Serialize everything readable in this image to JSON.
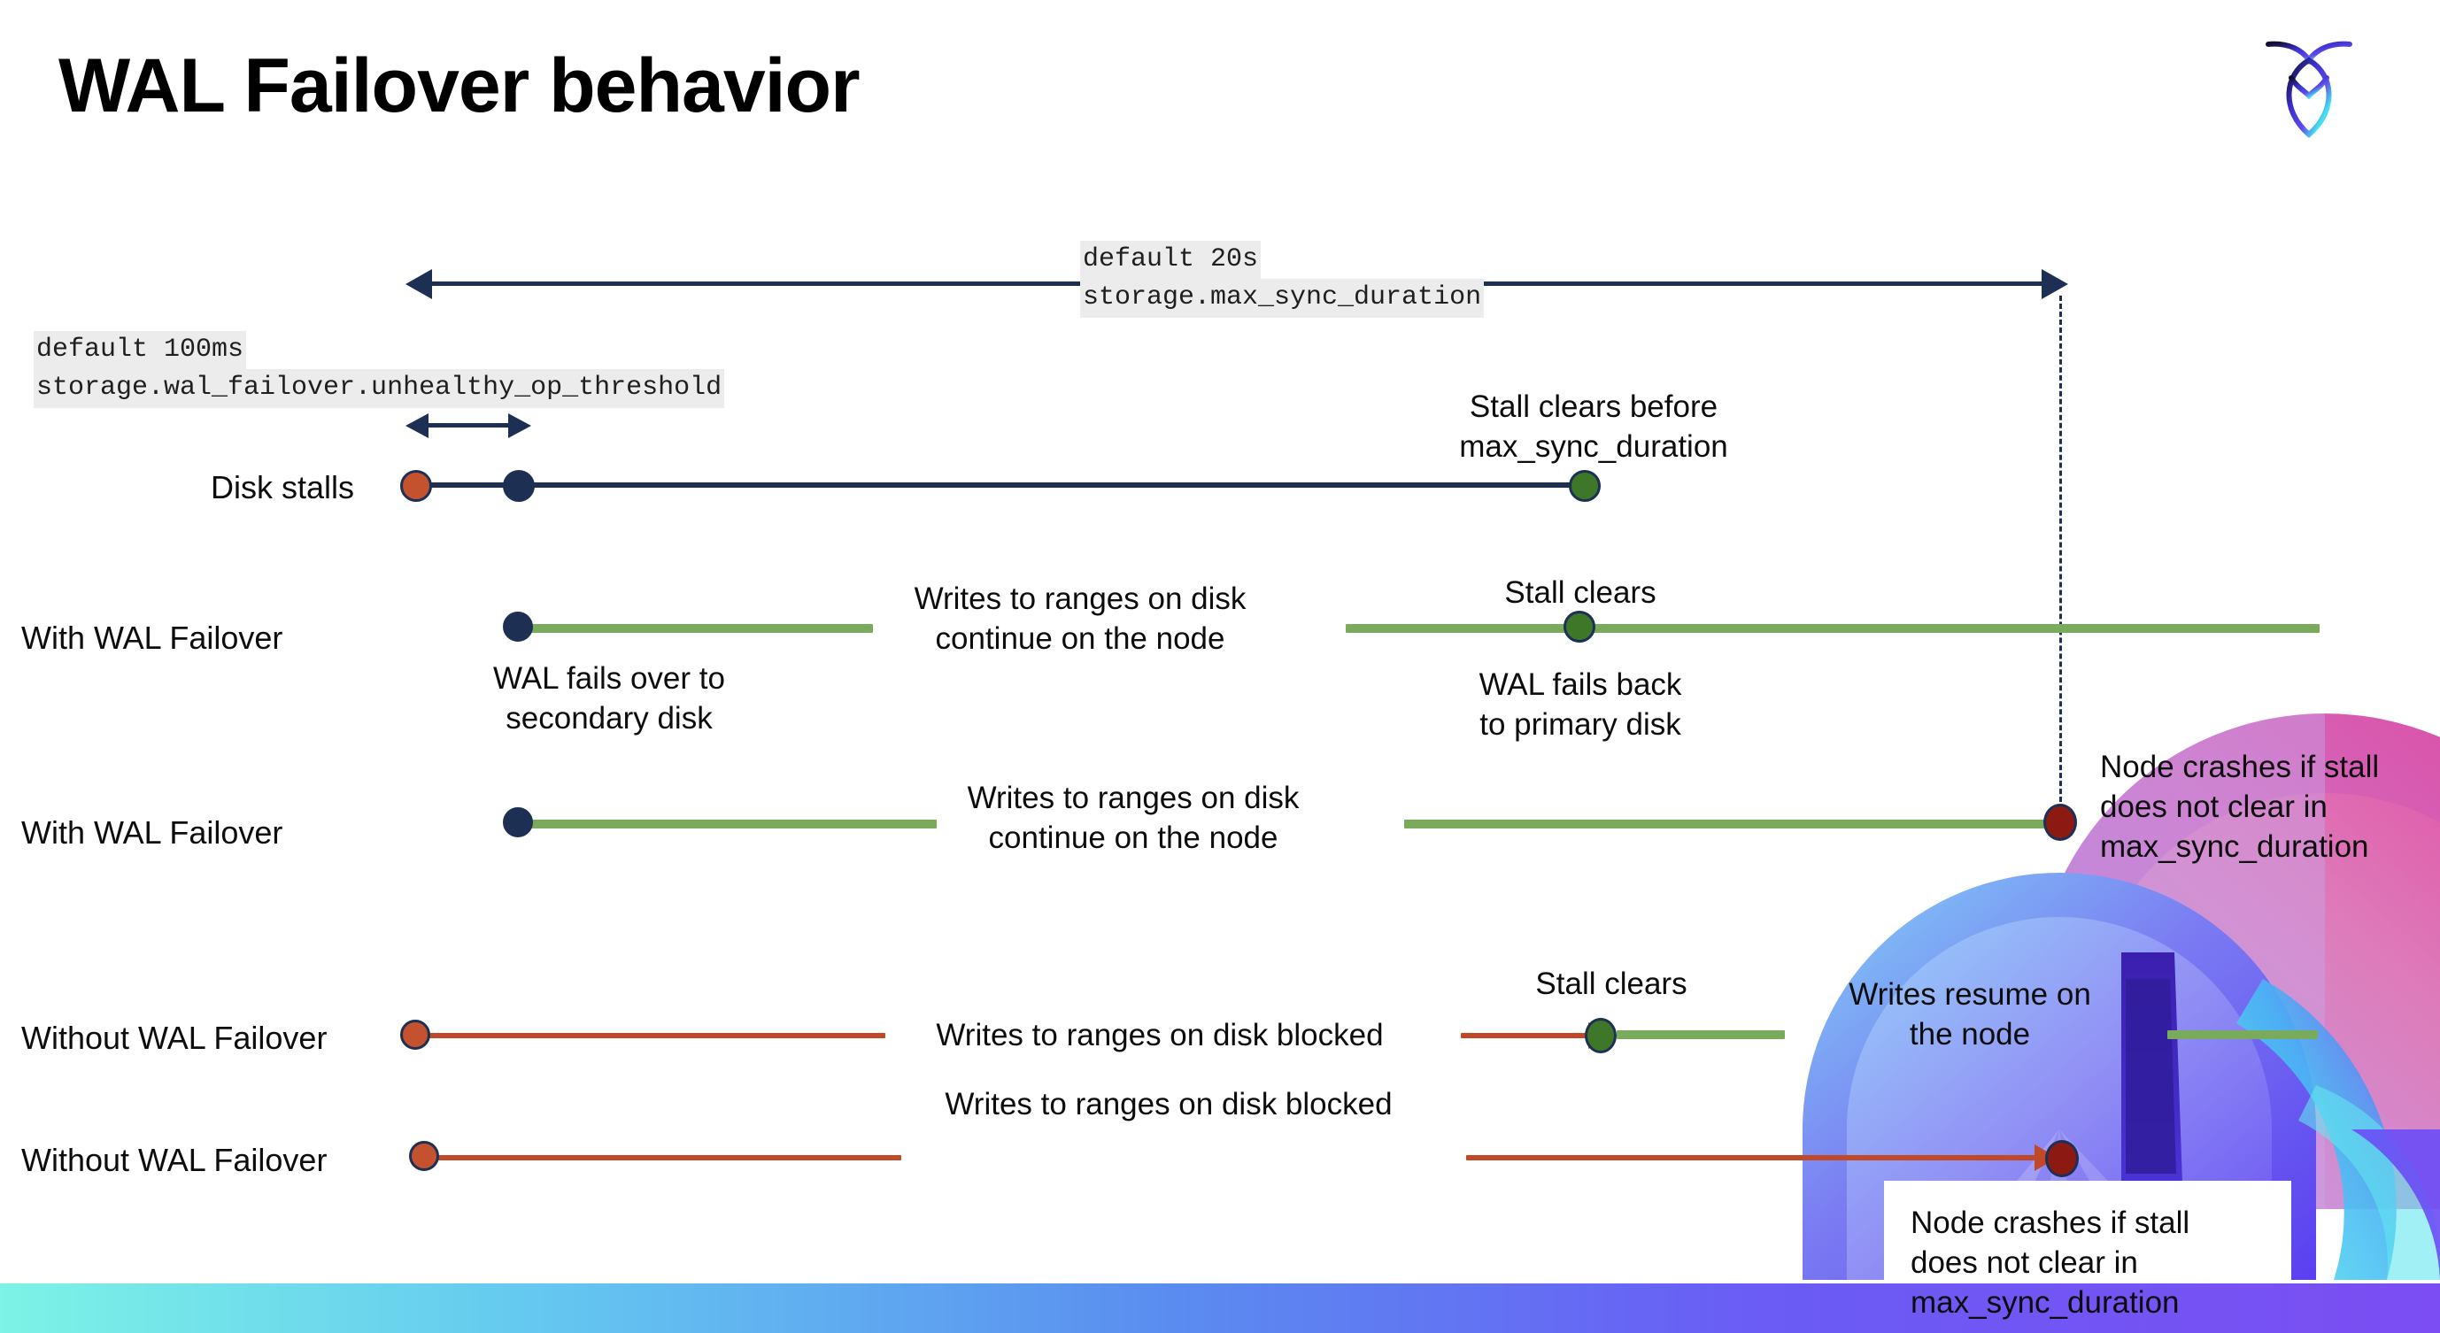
{
  "slide": {
    "title": "WAL Failover behavior",
    "logo_name": "cockroachdb-logo"
  },
  "annotations": {
    "max_sync_duration": {
      "default": "default 20s",
      "setting": "storage.max_sync_duration"
    },
    "unhealthy_op_threshold": {
      "default": "default 100ms",
      "setting": "storage.wal_failover.unhealthy_op_threshold"
    }
  },
  "rows": [
    {
      "label": "Disk stalls",
      "notes": [
        "Stall clears before",
        "max_sync_duration"
      ]
    },
    {
      "label": "With WAL Failover",
      "notes": [
        "Writes to ranges on disk",
        "continue on the node",
        "Stall clears",
        "WAL fails over to",
        "secondary disk",
        "WAL fails  back",
        "to primary disk"
      ]
    },
    {
      "label": "With WAL Failover",
      "notes": [
        "Writes to ranges on disk",
        "continue on the node",
        "Node crashes if stall",
        "does not clear in",
        "max_sync_duration"
      ]
    },
    {
      "label": "Without WAL Failover",
      "notes": [
        "Writes to ranges on disk  blocked",
        "Stall clears",
        "Writes resume on",
        "the node"
      ]
    },
    {
      "label": "Without WAL Failover",
      "notes": [
        "Writes to ranges on disk  blocked",
        "Node crashes if stall",
        "does not clear in",
        "max_sync_duration"
      ]
    }
  ],
  "text": {
    "disk_stalls_label": "Disk stalls",
    "with_wal_failover_1": "With WAL Failover",
    "with_wal_failover_2": "With WAL Failover",
    "without_wal_failover_1": "Without WAL Failover",
    "without_wal_failover_2": "Without WAL Failover",
    "stall_clears_before": "Stall clears before",
    "max_sync_duration_word": "max_sync_duration",
    "writes_continue_l1": "Writes to ranges on disk",
    "writes_continue_l2": "continue on the node",
    "stall_clears": "Stall clears",
    "wal_fails_over_l1": "WAL fails over to",
    "wal_fails_over_l2": "secondary disk",
    "wal_fails_back_l1": "WAL fails  back",
    "wal_fails_back_l2": "to primary disk",
    "writes_continue2_l1": "Writes to ranges on disk",
    "writes_continue2_l2": "continue on the node",
    "node_crashes_l1": "Node crashes if stall",
    "node_crashes_l2": "does not clear in",
    "node_crashes_l3": "max_sync_duration",
    "writes_blocked_1": "Writes to ranges on disk  blocked",
    "stall_clears_2": "Stall clears",
    "writes_resume_l1": "Writes resume on",
    "writes_resume_l2": "the node",
    "writes_blocked_2": "Writes to ranges on disk  blocked",
    "node_crashes2_l1": "Node crashes if stall",
    "node_crashes2_l2": "does not clear in",
    "node_crashes2_l3": "max_sync_duration"
  },
  "colors": {
    "navy": "#1d3054",
    "orange_dot": "#c4522f",
    "orange_line": "#c0492a",
    "green_line": "#7aab5c",
    "green_dot": "#3f7729",
    "dark_red_dot": "#8d1a12",
    "code_bg": "#ececec",
    "bar_gradient_start": "#7cf3e6",
    "bar_gradient_end": "#7b4df2"
  }
}
